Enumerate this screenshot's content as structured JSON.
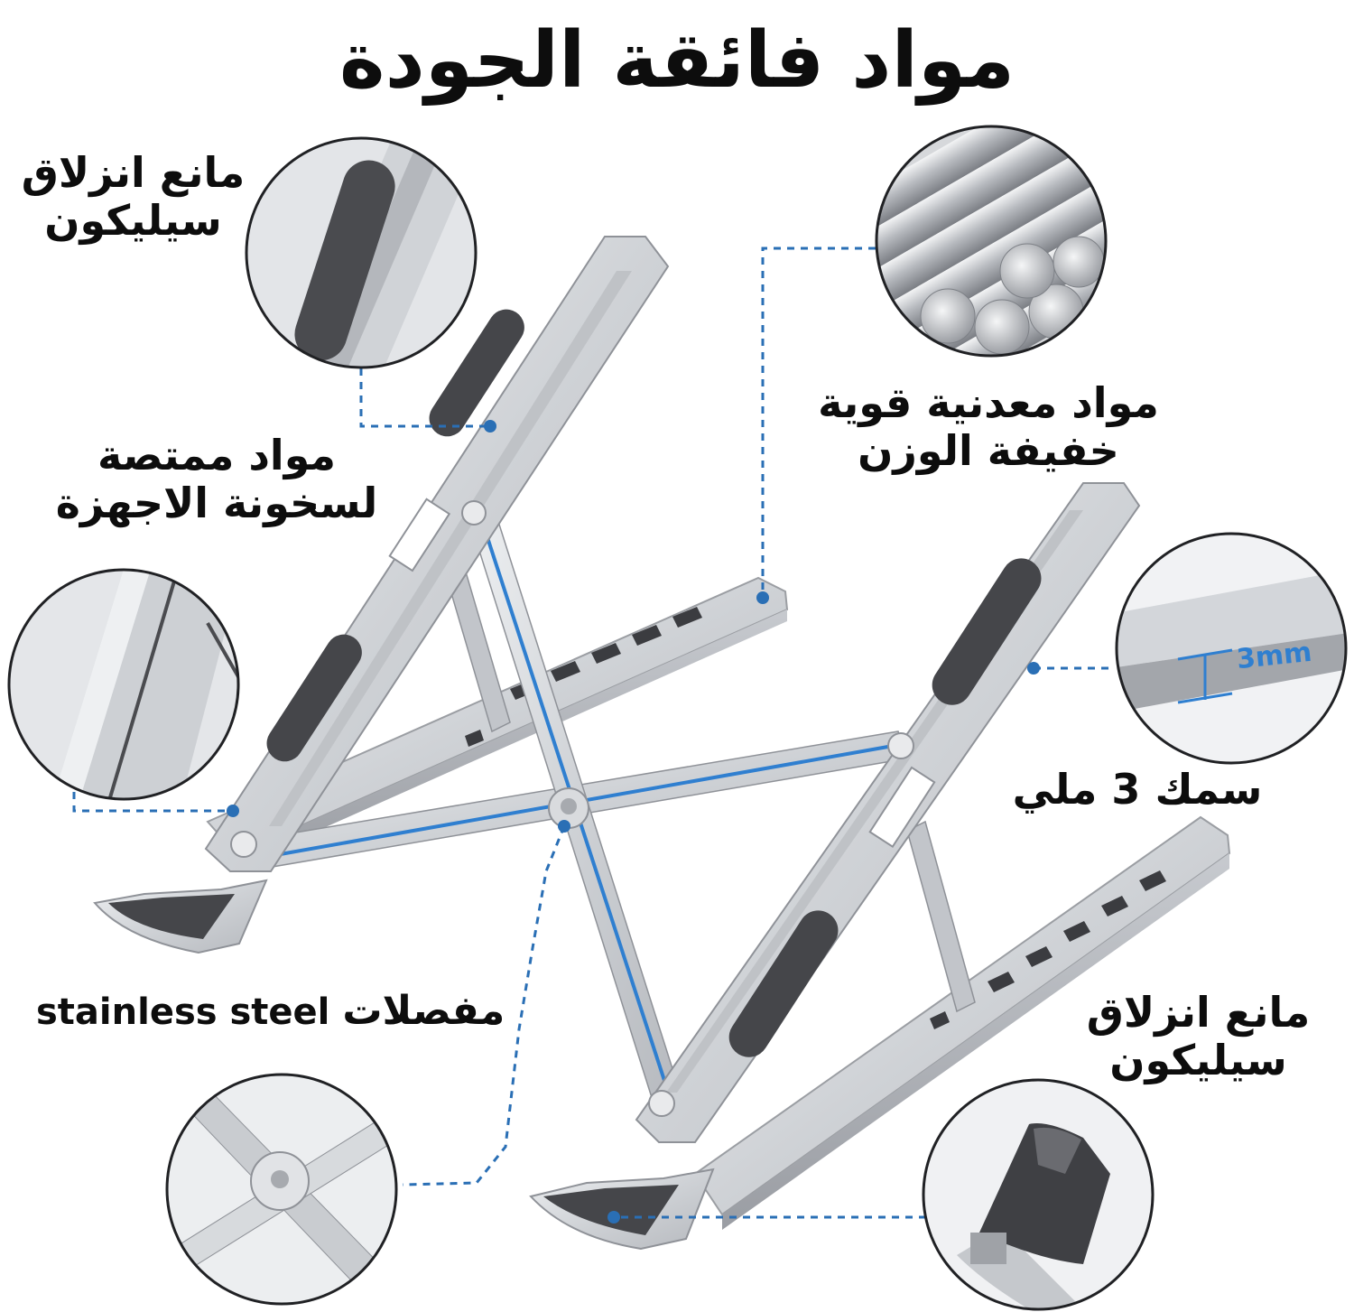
{
  "title": "مواد فائقة الجودة",
  "callouts": {
    "anti_slip_top": [
      "مانع انزلاق",
      "سيليكون"
    ],
    "heat_absorbing": [
      "مواد ممتصة",
      "لسخونة الاجهزة"
    ],
    "strong_metal": [
      "مواد معدنية قوية",
      "خفيفة الوزن"
    ],
    "thickness": "سمك 3 ملي",
    "hinges_ar": "مفصلات",
    "hinges_en": "stainless steel",
    "anti_slip_bottom": [
      "مانع انزلاق",
      "سيليكون"
    ]
  },
  "thickness_tag": "3mm",
  "colors": {
    "text": "#0d0d0d",
    "aluminum": "#d4d6d9",
    "aluminum_dark": "#a9acb1",
    "silicone_pad": "#4a4b4f",
    "accent_blue": "#2f7fd0",
    "dash": "#2a6fb5"
  }
}
